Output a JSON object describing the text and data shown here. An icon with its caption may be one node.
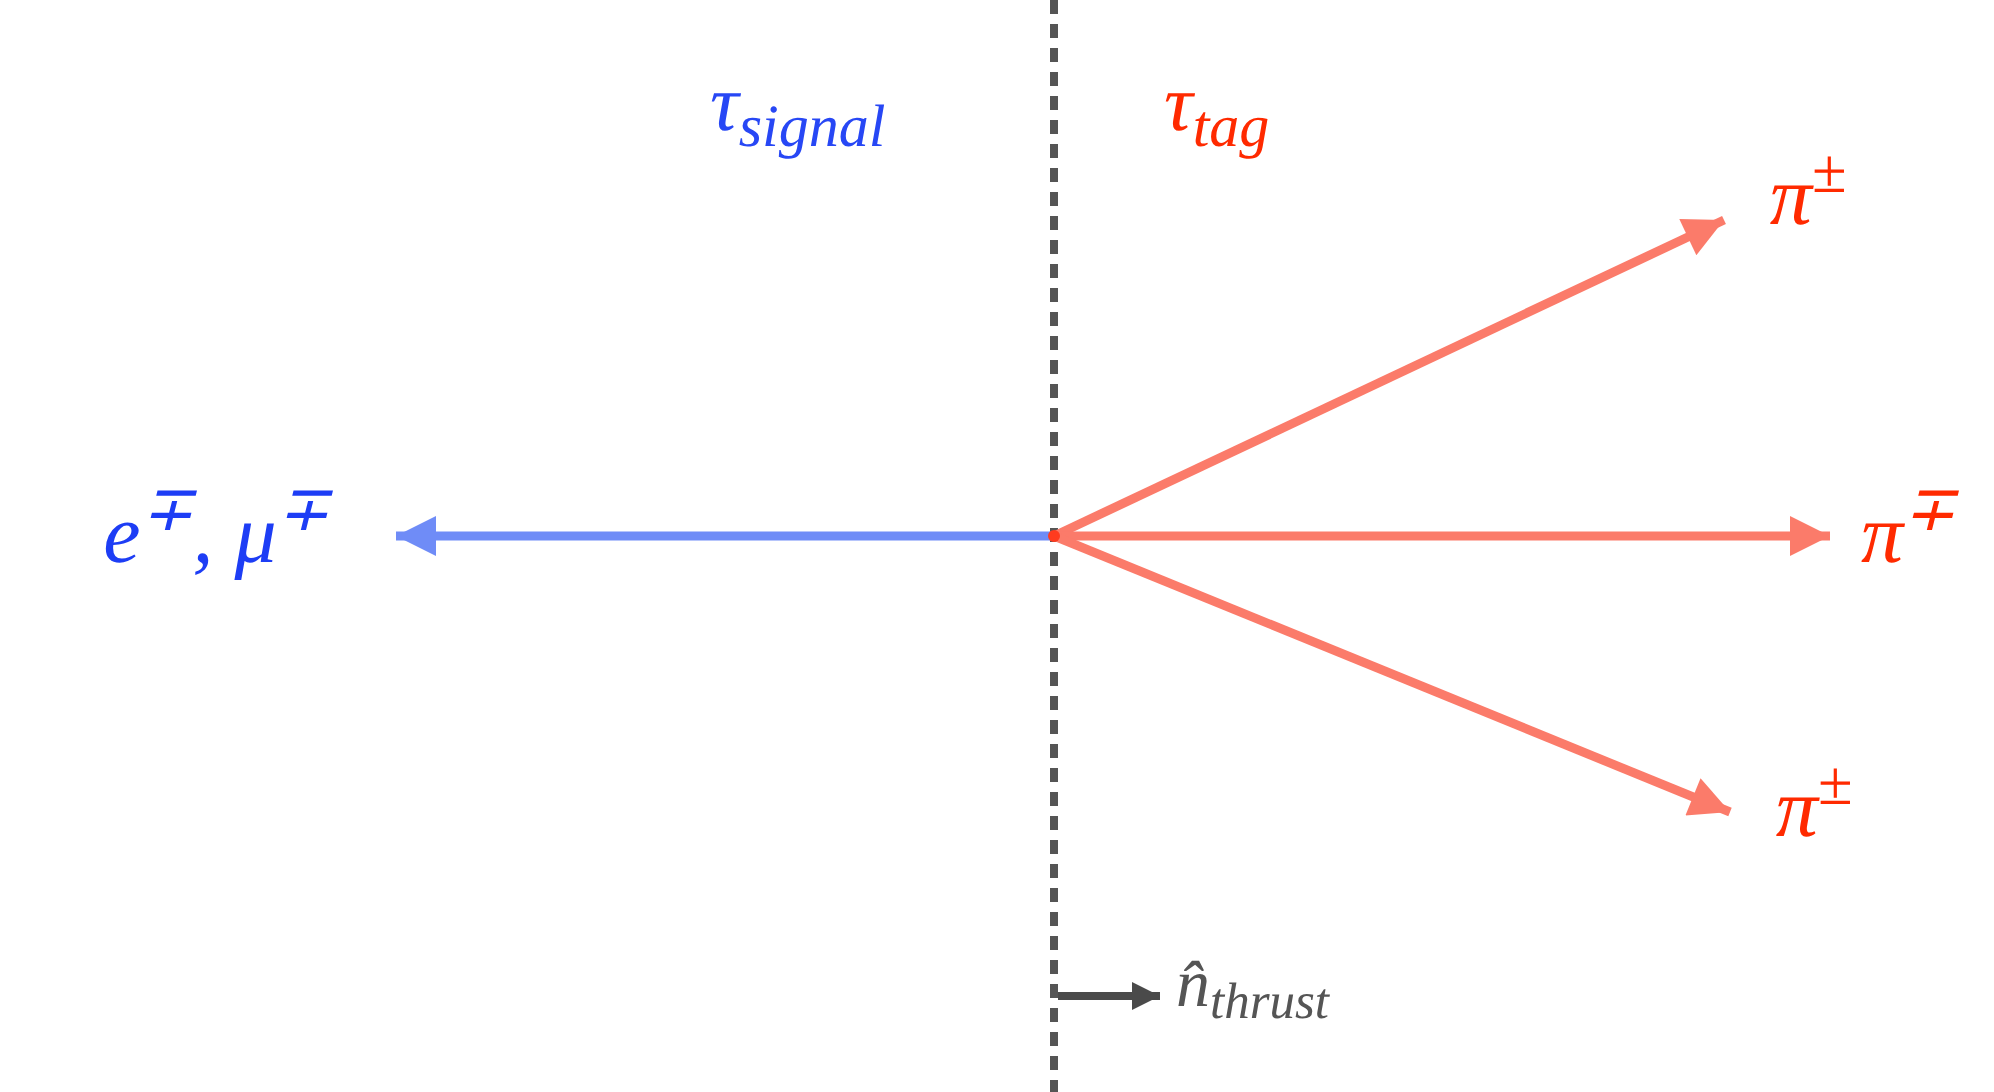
{
  "diagram": {
    "nodes": [
      {
        "text": [],
        "shape": "point"
      },
      {
        "text": [
          "e$^{∓}$, μ$^{∓}$"
        ]
      },
      {
        "text": [
          "π$^{±}$"
        ]
      },
      {
        "text": [
          "π$^{∓}$"
        ]
      },
      {
        "text": [
          "π$^{±}$"
        ]
      }
    ],
    "edges": [
      {
        "from": 0,
        "to": 1,
        "arrow": "to",
        "color": "#6f8cf7"
      },
      {
        "from": 0,
        "to": 2,
        "arrow": "to"
      },
      {
        "from": 0,
        "to": 3,
        "arrow": "to"
      },
      {
        "from": 0,
        "to": 4,
        "arrow": "to"
      }
    ],
    "labels": [
      "τ$_{signal}$",
      "τ$_{tag}$",
      "n̂$_{thrust}$"
    ]
  }
}
